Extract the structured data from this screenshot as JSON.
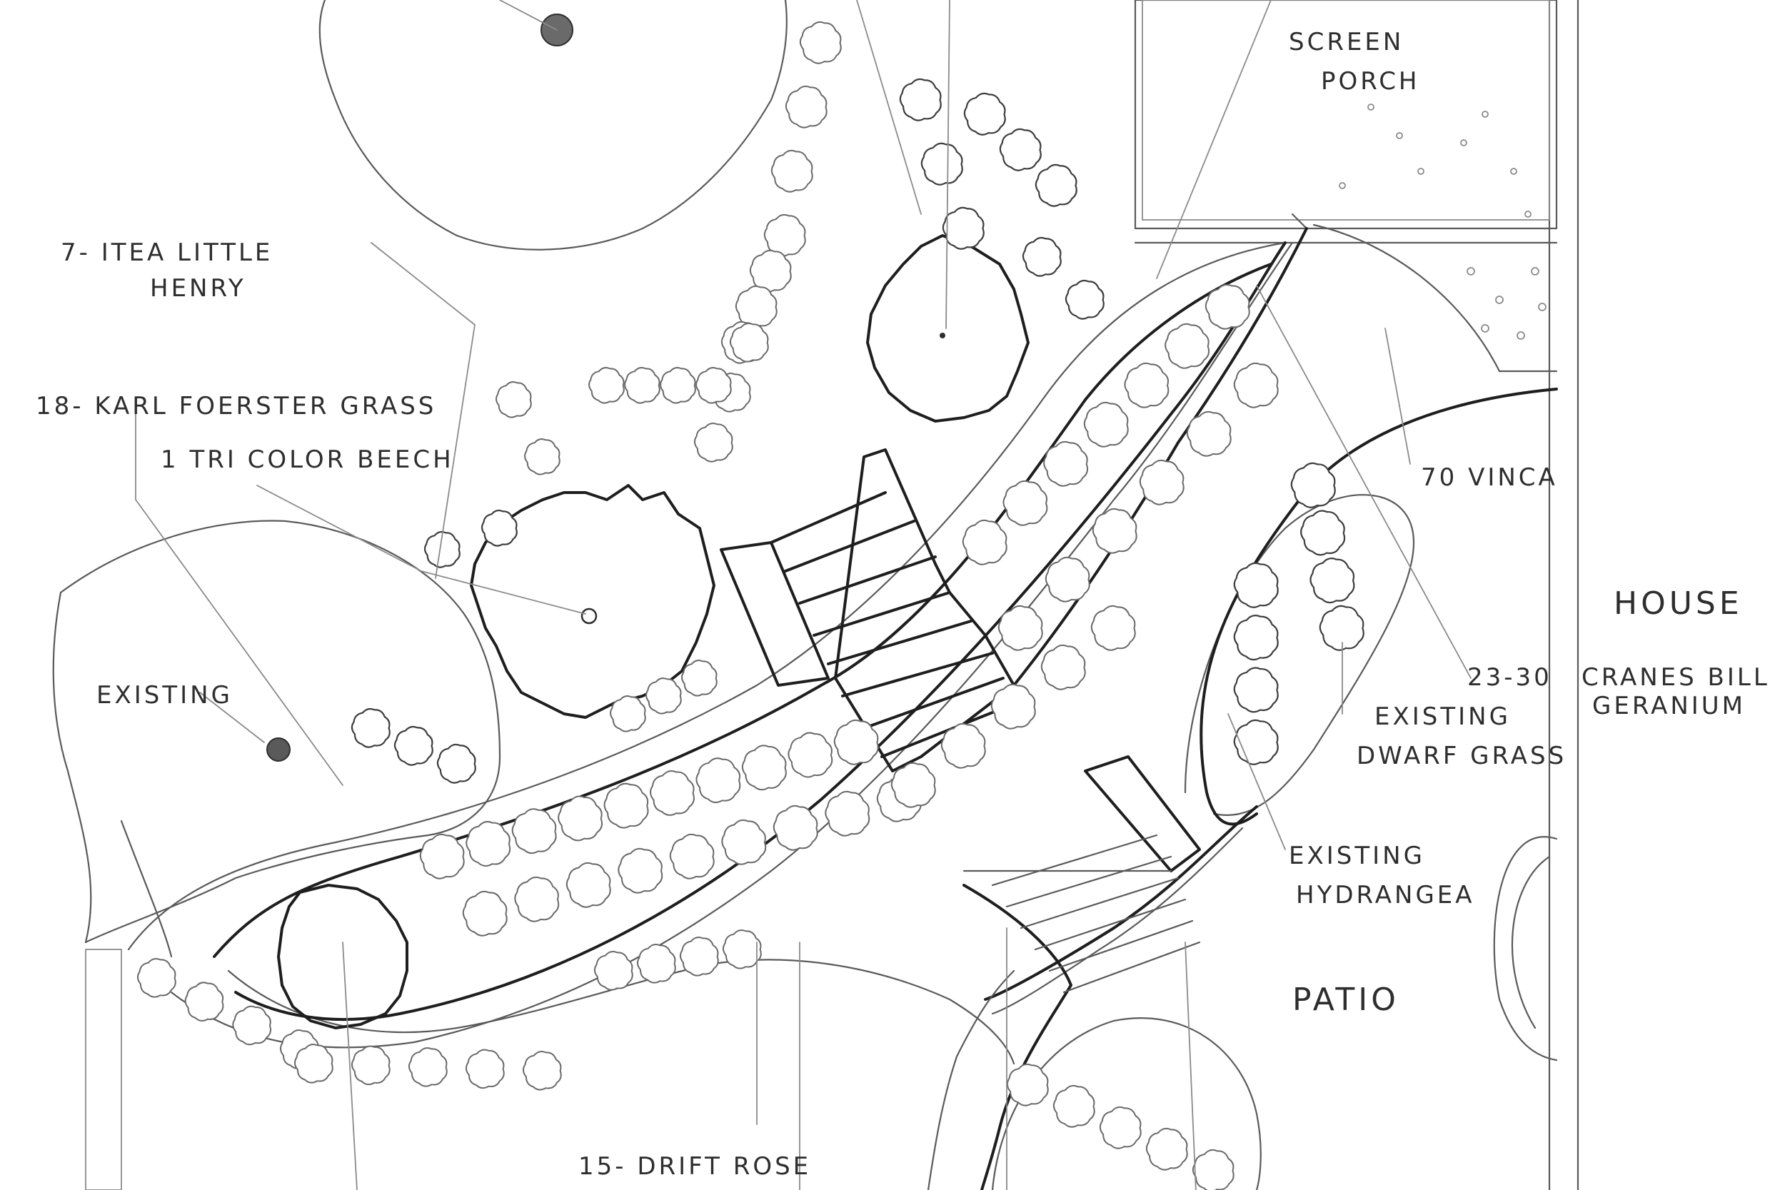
{
  "labels": {
    "screen_porch_1": "SCREEN",
    "screen_porch_2": "PORCH",
    "itea_1": "7- ITEA LITTLE",
    "itea_2": "HENRY",
    "karl_foerster": "18- KARL FOERSTER GRASS",
    "tricolor_beech": "1 TRI COLOR BEECH",
    "existing_tree": "EXISTING",
    "vinca": "70 VINCA",
    "house": "HOUSE",
    "cranesbill_qty": "23-30",
    "cranesbill_1": "CRANES BILL",
    "cranesbill_2": "GERANIUM",
    "dwarf_grass_1": "EXISTING",
    "dwarf_grass_2": "DWARF GRASS",
    "hydrangea_1": "EXISTING",
    "hydrangea_2": "HYDRANGEA",
    "patio": "PATIO",
    "drift_rose": "15- DRIFT ROSE"
  },
  "colors": {
    "paper": "#ffffff",
    "pencil_dark": "#1e1e1e",
    "pencil": "#5a5a5a",
    "pencil_light": "#8a8a8a"
  }
}
